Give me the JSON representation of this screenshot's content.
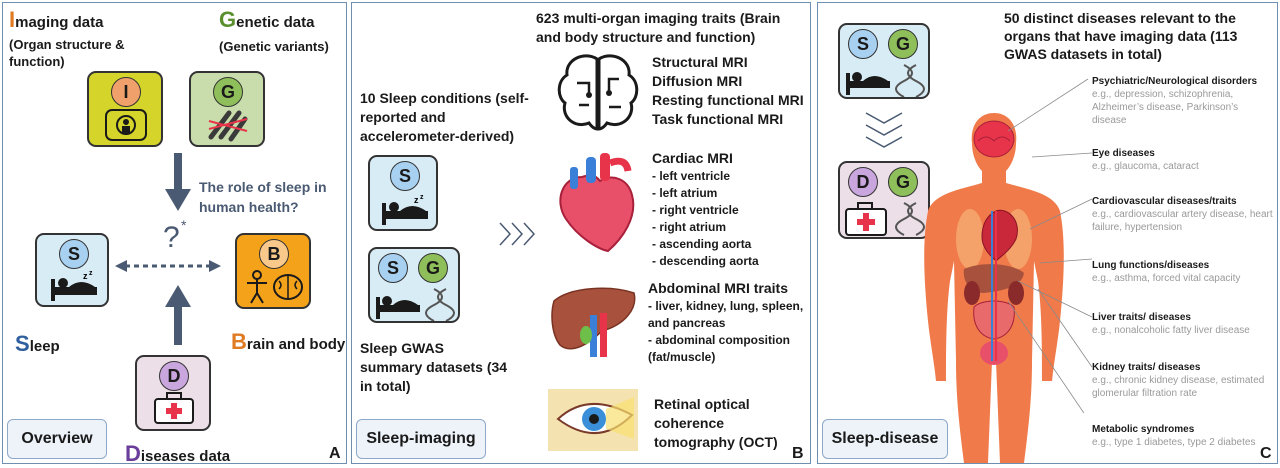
{
  "panel_a": {
    "imaging": {
      "initial": "I",
      "rest": "maging data",
      "desc": "(Organ structure & function)",
      "letter": "I"
    },
    "genetic": {
      "initial": "G",
      "rest": "enetic data",
      "desc": "(Genetic variants)",
      "letter": "G"
    },
    "question": "The role of sleep in human health?",
    "question_mark": "?",
    "asterisk": "*",
    "sleep": {
      "initial": "S",
      "rest": "leep",
      "letter": "S"
    },
    "brain": {
      "initial": "B",
      "rest": "rain and body",
      "letter": "B"
    },
    "diseases": {
      "initial": "D",
      "rest": "iseases data",
      "letter": "D"
    },
    "tag": "Overview",
    "panel_letter": "A"
  },
  "panel_b": {
    "sleep_conditions": "10 Sleep conditions (self-reported and accelerometer-derived)",
    "gwas": "Sleep GWAS summary datasets (34 in total)",
    "traits_title": "623 multi-organ imaging traits (Brain and body structure and function)",
    "brain_list": [
      "Structural MRI",
      "Diffusion MRI",
      "Resting functional MRI",
      "Task functional MRI"
    ],
    "cardiac_title": "Cardiac MRI",
    "cardiac_list": [
      "- left ventricle",
      "- left atrium",
      "- right ventricle",
      "- right atrium",
      "- ascending aorta",
      "- descending aorta"
    ],
    "abdominal_title": "Abdominal MRI traits",
    "abdominal_list": [
      "- liver, kidney, lung, spleen,",
      "and pancreas",
      "- abdominal composition",
      "(fat/muscle)"
    ],
    "retinal": "Retinal optical coherence tomography (OCT)",
    "tile_s": "S",
    "tile_g": "G",
    "tag": "Sleep-imaging",
    "panel_letter": "B"
  },
  "panel_c": {
    "title": "50 distinct diseases relevant to the organs that have imaging data (113 GWAS datasets in total)",
    "tile_s": "S",
    "tile_g": "G",
    "tile_d": "D",
    "diseases": [
      {
        "label": "Psychiatric/Neurological disorders",
        "desc": "e.g., depression, schizophrenia, Alzheimer’s disease, Parkinson’s disease"
      },
      {
        "label": "Eye diseases",
        "desc": "e.g., glaucoma, cataract"
      },
      {
        "label": "Cardiovascular diseases/traits",
        "desc": "e.g., cardiovascular artery disease, heart failure, hypertension"
      },
      {
        "label": "Lung functions/diseases",
        "desc": "e.g., asthma, forced vital capacity"
      },
      {
        "label": "Liver traits/ diseases",
        "desc": "e.g., nonalcoholic fatty liver disease"
      },
      {
        "label": "Kidney traits/ diseases",
        "desc": "e.g., chronic kidney disease, estimated glomerular filtration rate"
      },
      {
        "label": "Metabolic syndromes",
        "desc": "e.g., type 1 diabetes, type 2 diabetes"
      }
    ],
    "tag": "Sleep-disease",
    "panel_letter": "C"
  },
  "colors": {
    "imaging": "#e07b24",
    "genetic": "#5a8f2e",
    "sleep": "#2f5f9e",
    "brain": "#e07b24",
    "diseases": "#6a3d9a",
    "tile_blue": "#d8ecf5",
    "tile_green": "#c9dcab",
    "tile_yellow": "#d4d42a",
    "tile_orange": "#f5a21b",
    "tile_pink": "#ecdfe8",
    "arrow": "#4a5a72",
    "body": "#f07a4a"
  }
}
